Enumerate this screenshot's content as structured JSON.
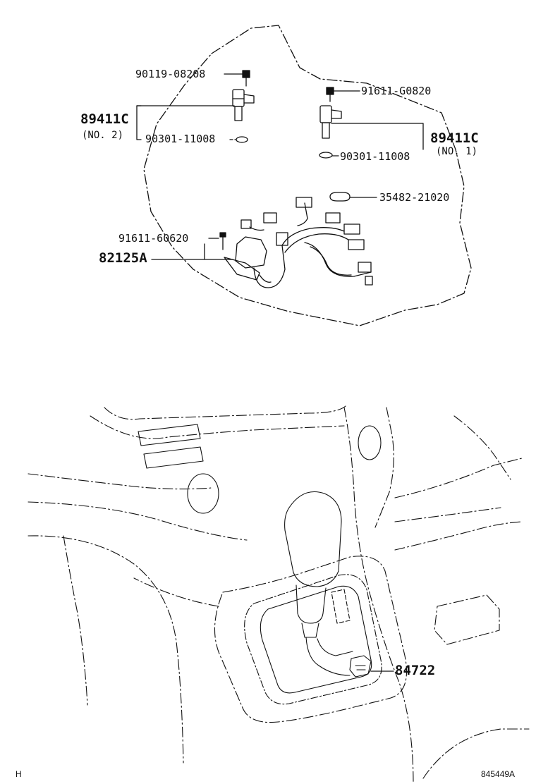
{
  "labels": {
    "bolt_top_left": "90119-08208",
    "bolt_top_right": "91611-G0820",
    "sensor_no2_code": "89411C",
    "sensor_no2_note": "(NO. 2)",
    "washer_left": "90301-11008",
    "sensor_no1_code": "89411C",
    "sensor_no1_note": "(NO. 1)",
    "washer_right": "90301-11008",
    "clamp": "35482-21020",
    "bolt_harness": "91611-60620",
    "wire_harness": "82125A",
    "shift_switch": "84722"
  },
  "footer": {
    "left_mark": "H",
    "drawing_id": "845449A"
  }
}
